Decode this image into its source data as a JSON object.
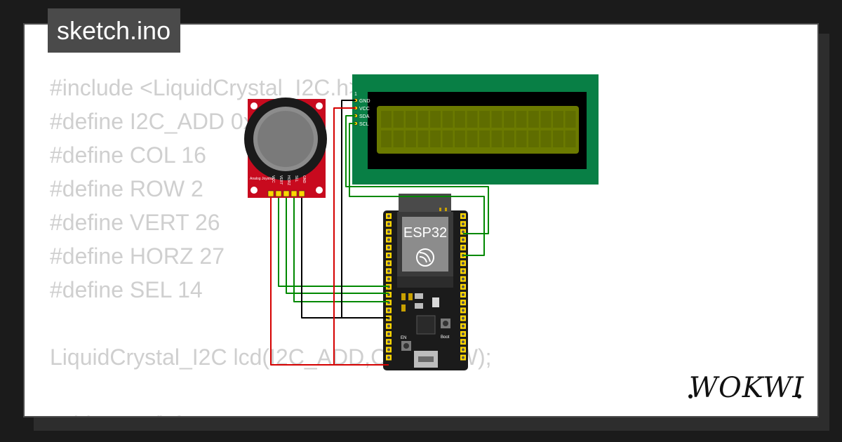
{
  "editor": {
    "file_name": "sketch.ino",
    "code_lines": [
      "#include <LiquidCrystal_I2C.h>",
      "#define I2C_ADD 0x27",
      "#define COL 16",
      "#define ROW 2",
      "#define VERT 26",
      "#define HORZ 27",
      "#define SEL 14",
      "",
      "LiquidCrystal_I2C lcd(I2C_ADD,COL,ROW);",
      "",
      "void setup() {"
    ]
  },
  "joystick": {
    "label": "Analog Joystick",
    "pins": [
      "VCC",
      "VERT",
      "HORZ",
      "SEL",
      "GND"
    ]
  },
  "lcd": {
    "pin_1": "1",
    "pins": [
      "GND",
      "VCC",
      "SDA",
      "SCL"
    ]
  },
  "esp32": {
    "label": "ESP32",
    "boot_label": "Boot",
    "en_label": "EN"
  },
  "brand": {
    "logo": "WOKWI"
  },
  "colors": {
    "wire_red": "#d50000",
    "wire_green": "#008800",
    "wire_black": "#000000",
    "lcd_board": "#087f45",
    "lcd_screen": "#6b7a00",
    "joystick_board": "#c80a1e",
    "esp32_board": "#1b1b1b"
  }
}
